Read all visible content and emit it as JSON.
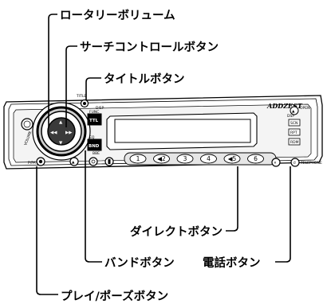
{
  "labels": {
    "rotary_volume": "ロータリーボリューム",
    "search_control": "サーチコントロールボタン",
    "title_button": "タイトルボタン",
    "direct_button": "ダイレクトボタン",
    "band_button": "バンドボタン",
    "phone_button": "電話ボタン",
    "play_pause": "プレイ/ポーズボタン"
  },
  "unit": {
    "brand": "ADDZEST",
    "band_label": "BND",
    "title_label": "TTL",
    "disp_label": "DISP",
    "title_tag": "TITLE",
    "func_label": "FUNC",
    "eq_label": "EQ",
    "rpt_label": "RPT",
    "rdm_label": "RDM",
    "scn_label": "SCN",
    "dsp_label": "DSP",
    "volume_label": "VOLUME",
    "bbe_label": "BBE",
    "telephone_label": "TELEPHONE",
    "release_label": "RELEASE",
    "play_label": "P/PA",
    "open_label": "OPEN",
    "presets": [
      "1",
      "◀2",
      "3",
      "4",
      "◀5",
      "6"
    ]
  }
}
